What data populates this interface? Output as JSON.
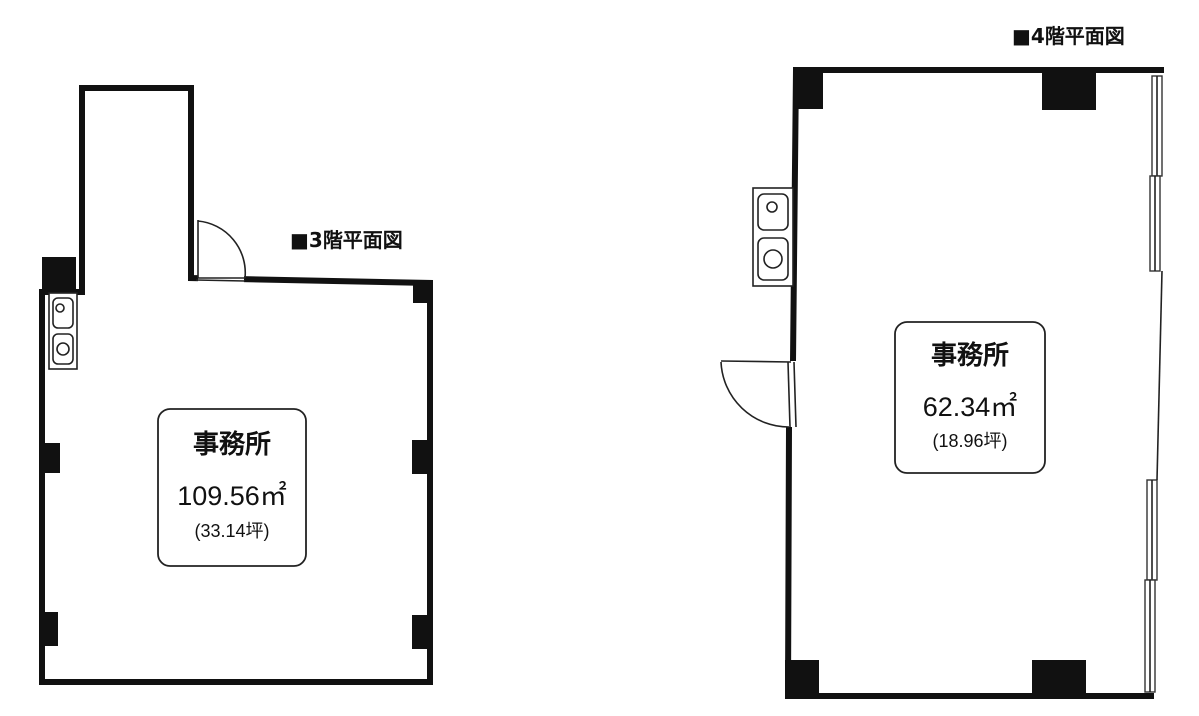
{
  "floor3": {
    "title": "■3階平面図",
    "room_name": "事務所",
    "area": "109.56㎡",
    "tsubo": "(33.14坪)"
  },
  "floor4": {
    "title": "■4階平面図",
    "room_name": "事務所",
    "area": "62.34㎡",
    "tsubo": "(18.96坪)"
  },
  "colors": {
    "wall": "#111111",
    "background": "#ffffff"
  }
}
